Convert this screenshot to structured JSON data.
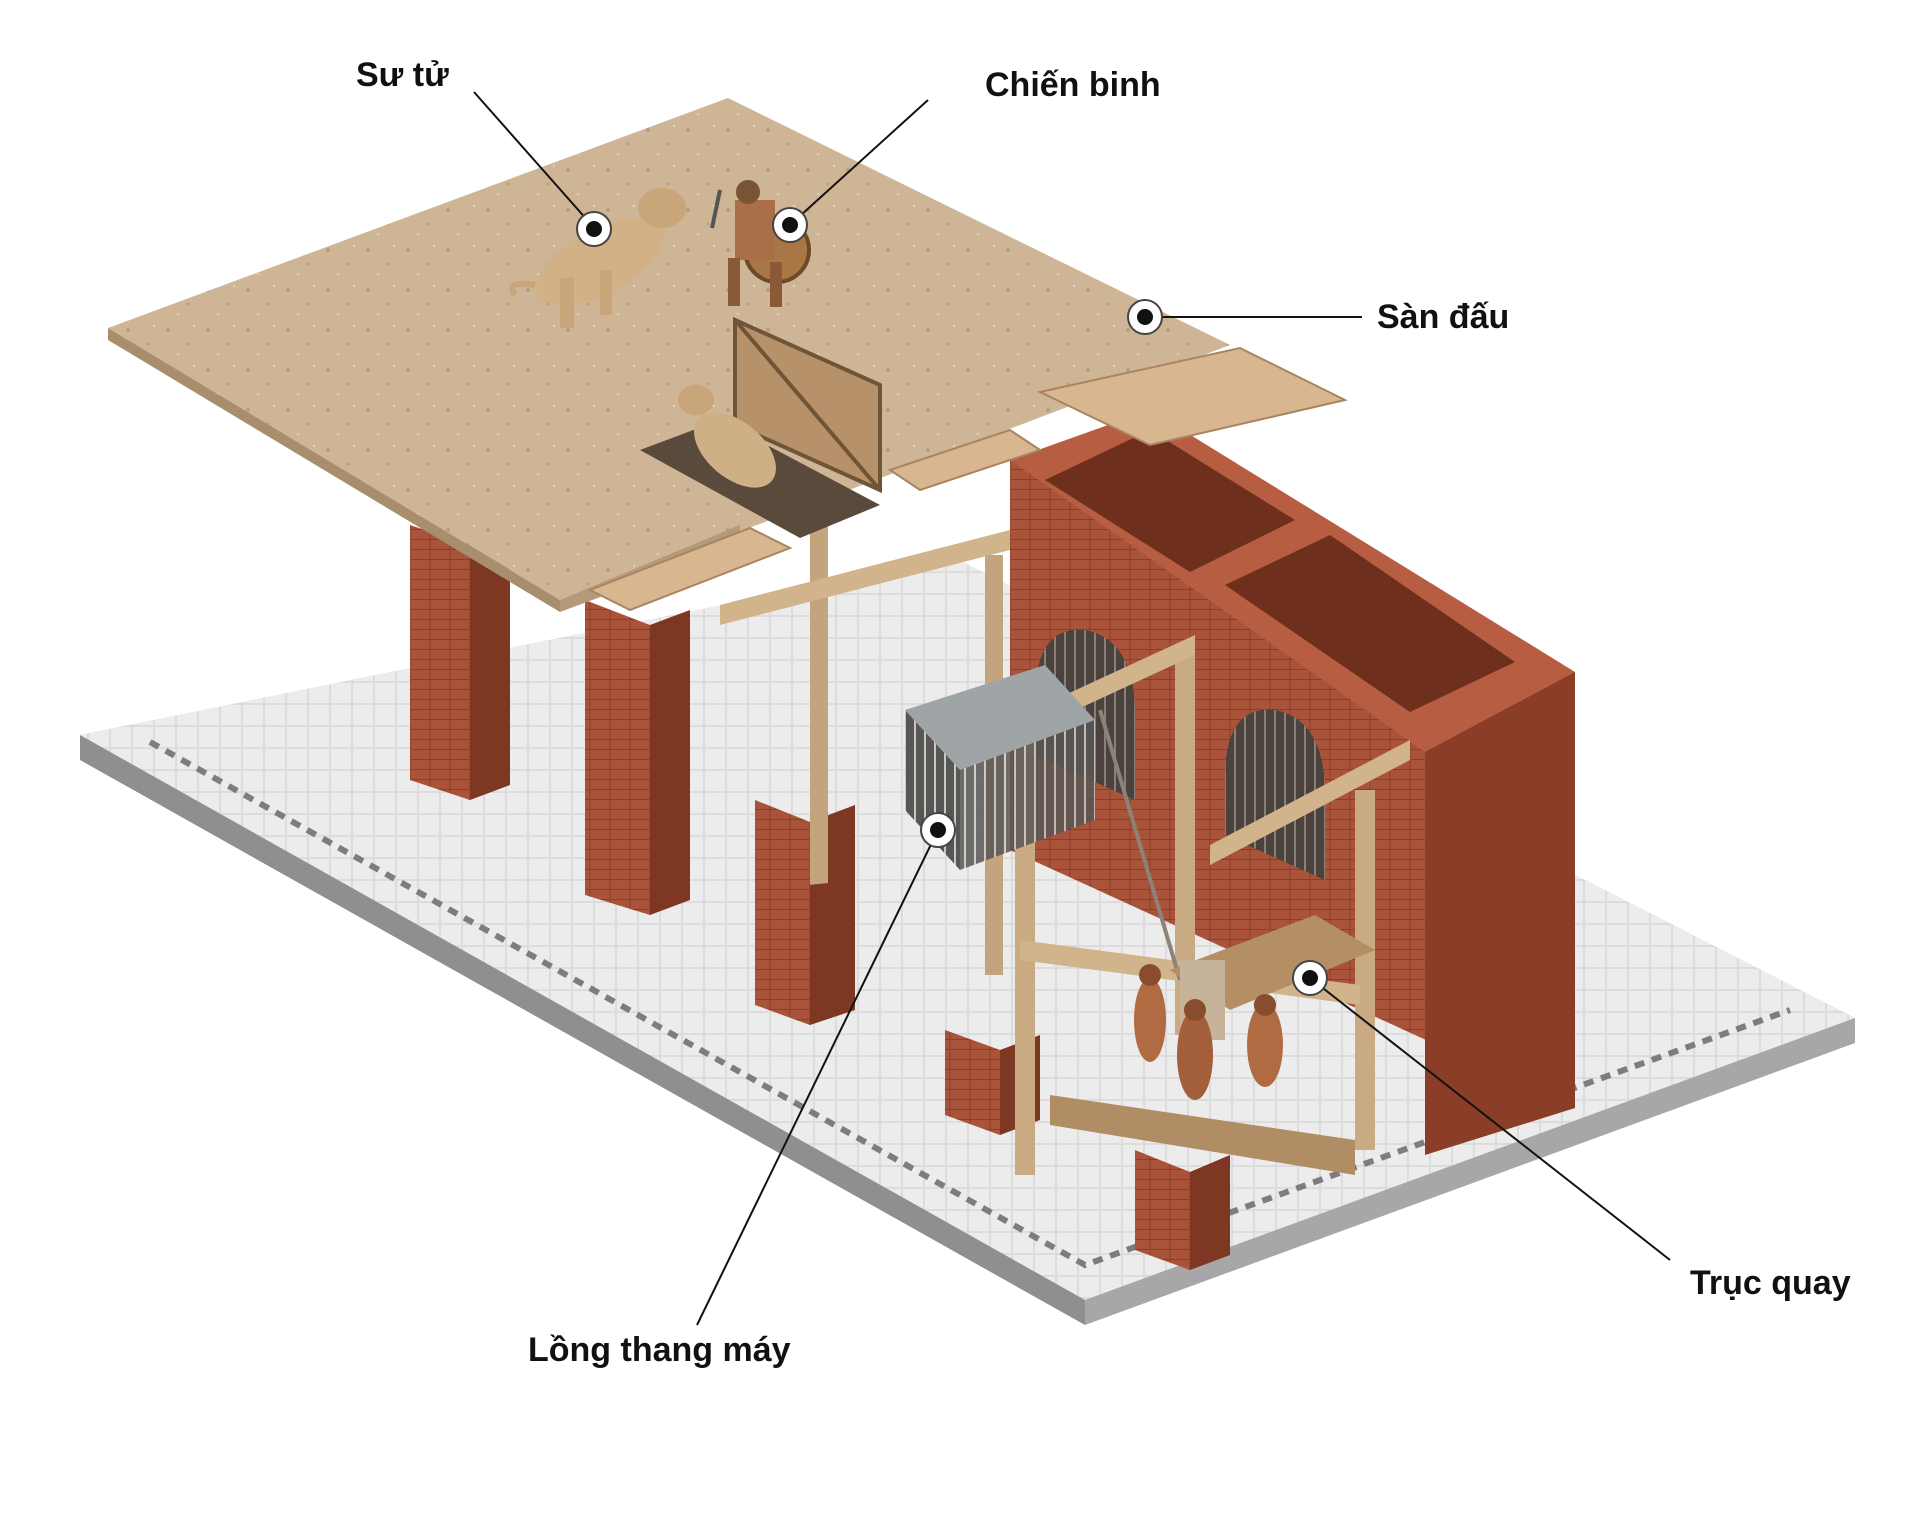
{
  "labels": {
    "lion": "Sư tử",
    "warrior": "Chiến binh",
    "arena_floor": "Sàn đấu",
    "elevator_cage": "Lồng thang máy",
    "capstan": "Trục quay"
  },
  "colors": {
    "sand": "#cdb596",
    "brick": "#a9533a",
    "brick_dark": "#7e3722",
    "wood": "#c3a47d",
    "pavement": "#d9d9d9",
    "leader": "#111111"
  }
}
